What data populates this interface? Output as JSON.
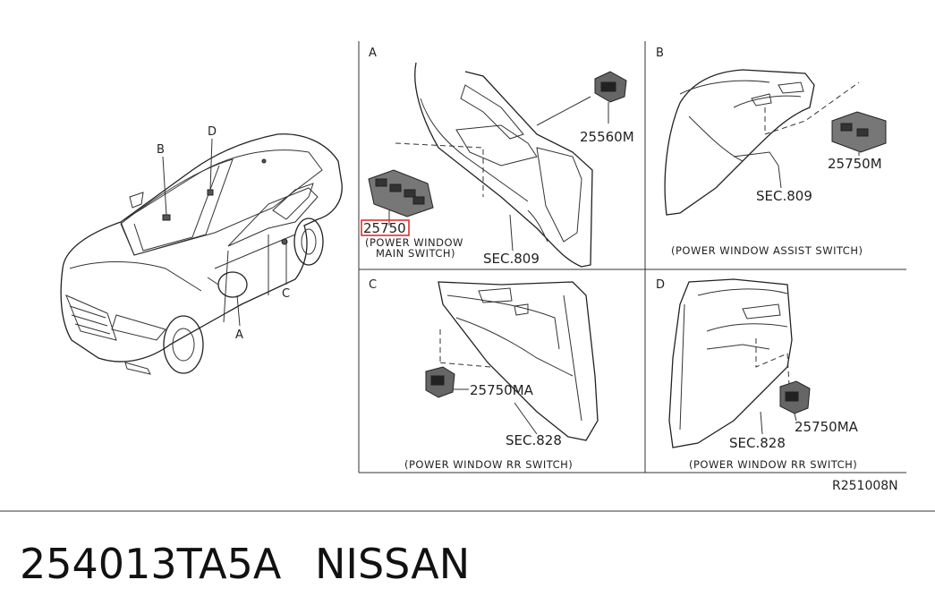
{
  "callouts": {
    "car_b": "B",
    "car_d": "D",
    "car_c": "C",
    "car_a": "A"
  },
  "panels": {
    "a": {
      "letter": "A",
      "part_main": "25750",
      "part_top": "25560M",
      "sec": "SEC.809",
      "caption_line1": "(POWER WINDOW",
      "caption_line2": "MAIN SWITCH)",
      "highlight_color": "#e02020"
    },
    "b": {
      "letter": "B",
      "part": "25750M",
      "sec": "SEC.809",
      "caption": "(POWER WINDOW ASSIST SWITCH)"
    },
    "c": {
      "letter": "C",
      "part": "25750MA",
      "sec": "SEC.828",
      "caption": "(POWER WINDOW RR SWITCH)"
    },
    "d": {
      "letter": "D",
      "part": "25750MA",
      "sec": "SEC.828",
      "caption": "(POWER WINDOW RR SWITCH)"
    }
  },
  "ref_code": "R251008N",
  "footer": {
    "part_number": "254013TA5A",
    "brand": "NISSAN"
  }
}
